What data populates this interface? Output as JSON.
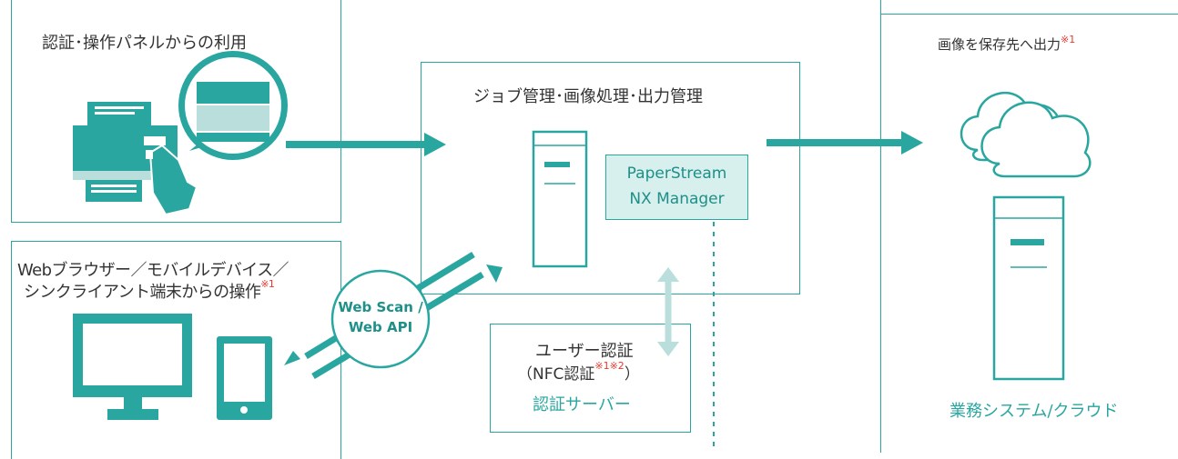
{
  "colors": {
    "accent": "#2aa6a0",
    "accent_light": "#b9dedb",
    "note_red": "#e8392f"
  },
  "panels": {
    "auth_panel": {
      "title": "認証･操作パネルからの利用"
    },
    "web_browser": {
      "title_line1": "Webブラウザー／モバイルデバイス／",
      "title_line2": "シンクライアント端末からの操作",
      "note": "※1"
    },
    "job_management": {
      "title": "ジョブ管理･画像処理･出力管理",
      "product_line1": "PaperStream",
      "product_line2": "NX Manager"
    },
    "user_auth": {
      "line1": "ユーザー認証",
      "line2": "（NFC認証",
      "note": "※1※2",
      "line2_end": "）",
      "server": "認証サーバー"
    },
    "output": {
      "title": "画像を保存先へ出力",
      "note": "※1",
      "caption": "業務システム/クラウド"
    }
  },
  "web_scan_badge": {
    "line1": "Web Scan /",
    "line2": "Web API"
  },
  "icons": [
    "printer-icon",
    "touch-panel-icon",
    "hand-icon",
    "server-icon",
    "cloud-icon",
    "monitor-icon",
    "tablet-icon",
    "arrow-icon"
  ]
}
